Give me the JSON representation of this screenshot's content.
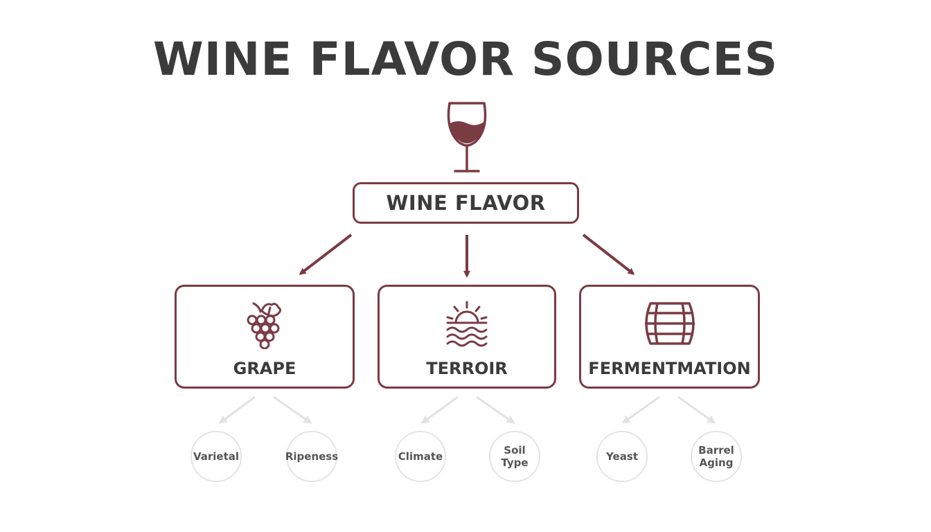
{
  "title": "WINE FLAVOR SOURCES",
  "root": {
    "label": "WINE FLAVOR",
    "icon": "wine-glass-icon"
  },
  "categories": [
    {
      "label": "GRAPE",
      "icon": "grapes-icon",
      "children": [
        "Varietal",
        "Ripeness"
      ]
    },
    {
      "label": "TERROIR",
      "icon": "sun-over-water-icon",
      "children": [
        "Climate",
        "Soil Type"
      ]
    },
    {
      "label": "FERMENTMATION",
      "icon": "barrel-icon",
      "children": [
        "Yeast",
        "Barrel\nAging"
      ]
    }
  ],
  "colors": {
    "accent": "#7a3b43",
    "text": "#3b3b3b",
    "leaf_border": "#e4e4e4",
    "leaf_text": "#555555"
  }
}
